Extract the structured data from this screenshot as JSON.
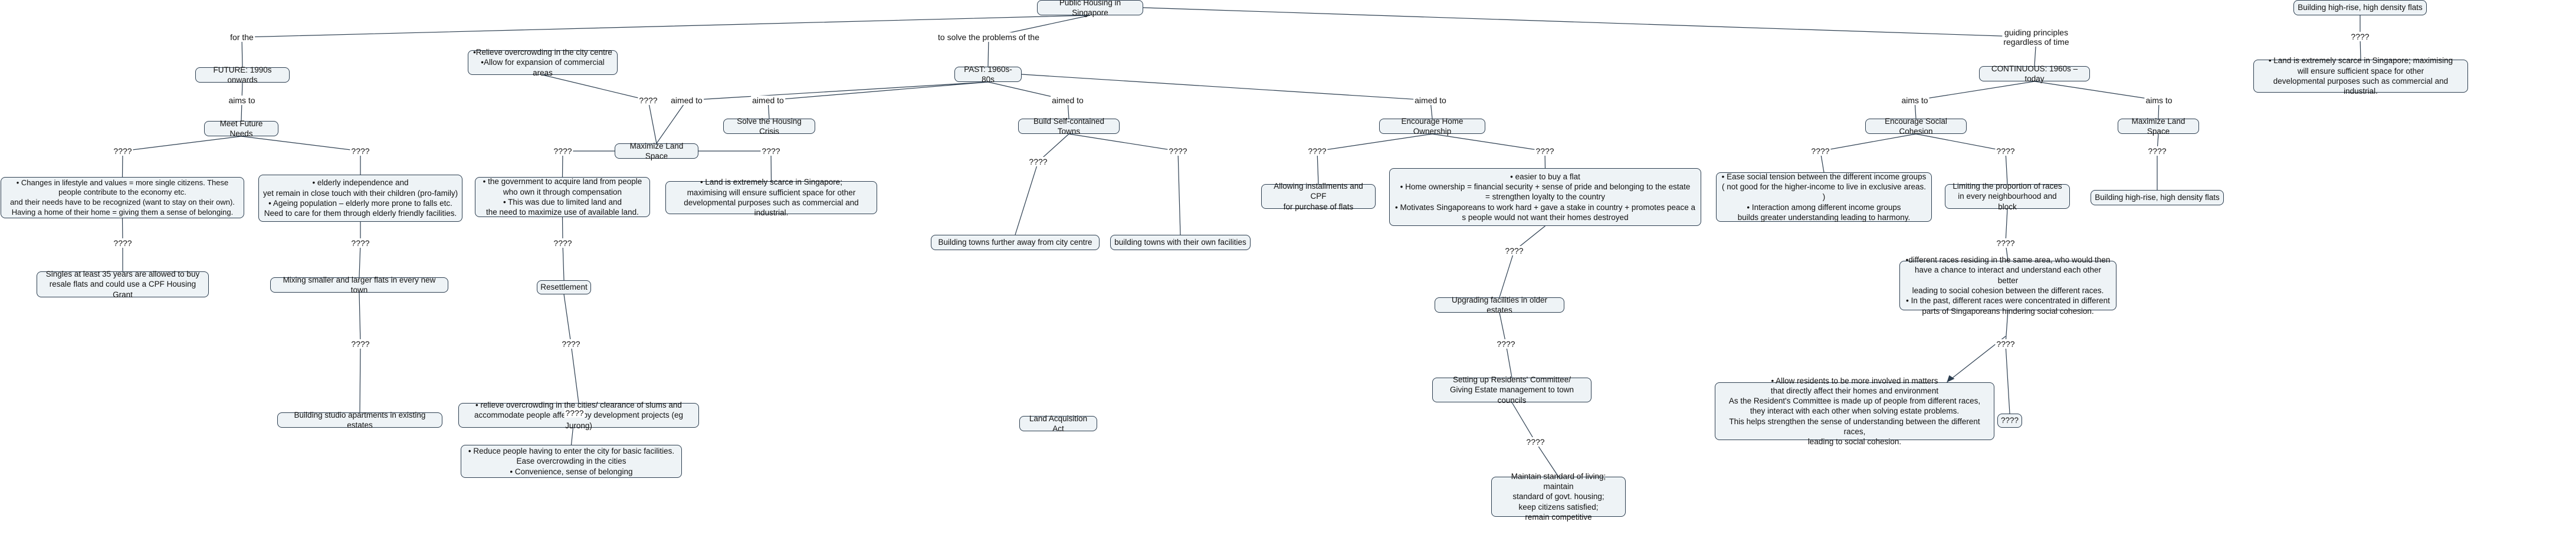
{
  "nodes": {
    "root": "Public Housing in Singapore",
    "future": "FUTURE: 1990s onwards",
    "past": "PAST: 1960s-80s",
    "continuous": "CONTINUOUS: 1960s – today",
    "meet_future": "Meet Future Needs",
    "changes": "•     Changes in lifestyle and values = more single citizens. These people contribute to the economy etc.\nand their needs have to be recognized (want to stay on their own).\nHaving a home of their home = giving them a sense of belonging.",
    "elderly": "•     elderly independence and\nyet remain in close touch with their children (pro-family)\n•     Ageing population – elderly more prone to falls etc.\nNeed to care for them through elderly friendly facilities.",
    "singles": "Singles at least 35 years are allowed to buy\nresale flats and could use a CPF Housing Grant",
    "mixing": "Mixing smaller and larger flats in every new town",
    "studio": "Building studio apartments in existing estates",
    "relieve": "•Relieve overcrowding in the city centre\n•Allow for expansion of commercial areas",
    "max_land_space": "Maximize Land Space",
    "govt_acquire": "•     the government to acquire land from people\nwho own it through compensation\n•     This was due to limited land and\nthe need to maximize use of available land.",
    "land_scarce": "•     Land is extremely scarce in Singapore;\nmaximising will ensure sufficient space  for other\ndevelopmental purposes such as commercial and industrial.",
    "resettlement": "Resettlement",
    "relieve_slums": "• relieve overcrowding in the cities/ clearance of slums and\naccommodate people affected by development projects (eg Jurong)",
    "reduce": "•     Reduce people having to enter the city for basic facilities.\nEase overcrowding in the cities\n•     Convenience, sense of belonging",
    "solve_crisis": "Solve the Housing Crisis",
    "self_contained": "Build Self-contained Towns",
    "further_away": "Building towns further away from city centre",
    "own_facilities": "building towns with their own facilities",
    "land_act": "Land Acquisition Act",
    "encourage_home": "Encourage Home Ownership",
    "installments": "Allowing installments and CPF\nfor purchase of flats",
    "easier_buy": "•     easier to buy a flat\n•     Home ownership = financial security + sense of pride and belonging to the estate\n= strengthen loyalty to the country\n•     Motivates Singaporeans to work hard + gave a stake in country + promotes peace a\ns people would not want their homes destroyed",
    "upgrading": "Upgrading facilities in older estates",
    "rc": "Setting up Residents' Committee/\nGiving Estate management to town councils",
    "maintain": "Maintain standard of living; maintain\nstandard of govt. housing;\nkeep citizens satisfied;\nremain competitive",
    "social_cohesion": "Encourage Social Cohesion",
    "ease_tension": "•     Ease social tension between the different income groups\n( not good for the higher-income to live in exclusive areas. )\n•     Interaction among different income groups\nbuilds greater understanding leading to harmony.",
    "limit_races": "Limiting the proportion of races\nin every neighbourhood and block",
    "diff_races": "•different races residing in the same area, who would then\nhave a chance to interact and understand each other better\nleading to social cohesion between the different races.\n• In the past, different races were concentrated in different\nparts of Singaporeans hindering social cohesion.",
    "residents_involved": "•     Allow residents to be more involved in matters\nthat directly affect their homes and environment\nAs the Resident's Committee is made up of people from different races,\nthey interact with each other when solving estate problems.\nThis helps strengthen the sense of understanding between the different races,\nleading to social cohesion.",
    "unknown_box": "????",
    "max_land_space_2": "Maximize Land Space",
    "highrise_bottom": "Building high-rise, high density flats",
    "highrise_top": "Building high-rise, high density flats",
    "land_scarce_2": "•     Land is extremely scarce in Singapore; maximising\nwill ensure sufficient space  for other\ndevelopmental purposes such as commercial and industrial."
  },
  "links": {
    "for_the": "for the",
    "solve_problems": "to solve the problems of the",
    "guiding": "guiding principles\nregardless of time",
    "aims_to": "aims to",
    "aimed_to": "aimed to",
    "unknown": "????"
  }
}
